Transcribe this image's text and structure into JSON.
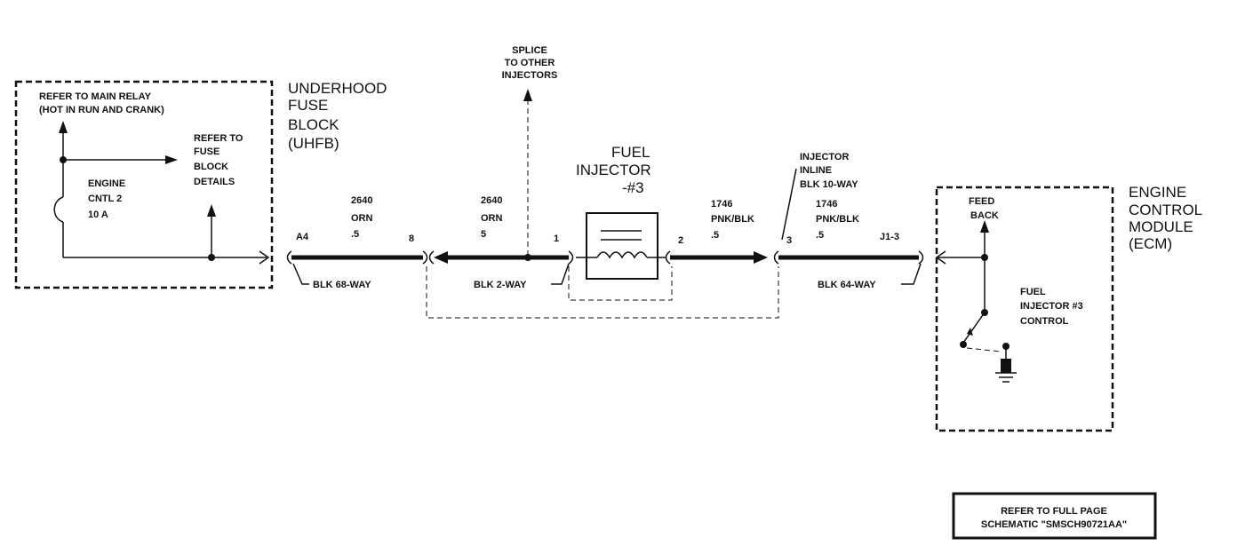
{
  "uhfb_block": {
    "relay_line1": "REFER TO MAIN RELAY",
    "relay_line2": "(HOT IN RUN AND CRANK)",
    "fuse_line1": "ENGINE",
    "fuse_line2": "CNTL 2",
    "fuse_line3": "10 A",
    "fuse_ref1": "REFER TO",
    "fuse_ref2": "FUSE",
    "fuse_ref3": "BLOCK",
    "fuse_ref4": "DETAILS"
  },
  "uhfb_title": {
    "line1": "UNDERHOOD",
    "line2": "FUSE",
    "line3": "BLOCK",
    "line4": "(UHFB)"
  },
  "splice": {
    "line1": "SPLICE",
    "line2": "TO OTHER",
    "line3": "INJECTORS"
  },
  "injector": {
    "line1": "FUEL",
    "line2": "INJECTOR",
    "line3": "-#3"
  },
  "inline_connector": {
    "line1": "INJECTOR",
    "line2": "INLINE",
    "line3": "BLK 10-WAY"
  },
  "ecm_title": {
    "line1": "ENGINE",
    "line2": "CONTROL",
    "line3": "MODULE",
    "line4": "(ECM)"
  },
  "ecm_block": {
    "feed1": "FEED",
    "feed2": "BACK",
    "ctrl1": "FUEL",
    "ctrl2": "INJECTOR #3",
    "ctrl3": "CONTROL"
  },
  "wires": [
    {
      "circuit": "2640",
      "color": "ORN",
      "gauge": ".5"
    },
    {
      "circuit": "2640",
      "color": "ORN",
      "gauge": "5"
    },
    {
      "circuit": "1746",
      "color": "PNK/BLK",
      "gauge": ".5"
    },
    {
      "circuit": "1746",
      "color": "PNK/BLK",
      "gauge": ".5"
    }
  ],
  "pins": {
    "a4": "A4",
    "p8": "8",
    "p1": "1",
    "p2": "2",
    "p3": "3",
    "j13": "J1-3"
  },
  "connectors": {
    "c68": "BLK 68-WAY",
    "c2": "BLK 2-WAY",
    "c64": "BLK 64-WAY"
  },
  "schematic_ref": {
    "line1": "REFER TO FULL PAGE",
    "line2": "SCHEMATIC \"SMSCH90721AA\""
  }
}
